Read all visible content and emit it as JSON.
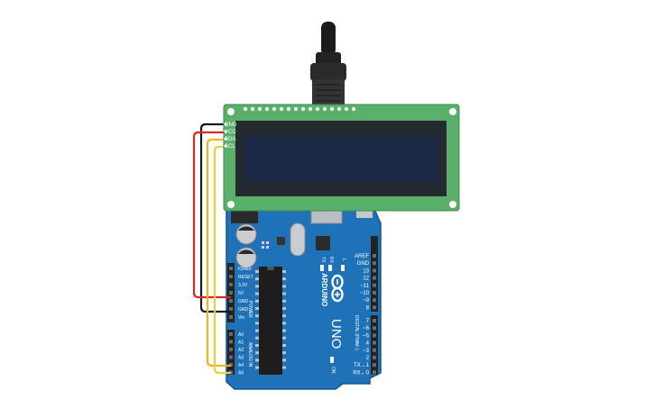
{
  "lcd": {
    "pins": [
      "GND",
      "VCC",
      "SDA",
      "SCL"
    ],
    "pcb_color": "#5aaf6a",
    "screen_color": "#1d2a46"
  },
  "arduino": {
    "brand": "ARDUINO",
    "model": "UNO",
    "board_color": "#1f72b8",
    "power_header_label": "POWER",
    "analog_header_label": "ANALOG IN",
    "digital_header_label": "DIGITAL (PWM~)",
    "power_pins": [
      "IOREF",
      "RESET",
      "3.3V",
      "5V",
      "GND",
      "GND",
      "Vin"
    ],
    "analog_pins": [
      "A0",
      "A1",
      "A2",
      "A3",
      "A4",
      "A5"
    ],
    "digital_top_pins": [
      "AREF",
      "GND",
      "13",
      "12",
      "~11",
      "~10",
      "~9",
      "8"
    ],
    "digital_bottom_pins": [
      "7",
      "~6",
      "~5",
      "4",
      "~3",
      "2",
      "TX→1",
      "RX←0"
    ],
    "led_labels": [
      "TX",
      "RX",
      "L",
      "ON"
    ]
  },
  "wires": {
    "gnd_color": "#1a1a1a",
    "vcc_color": "#d42a2a",
    "sda_color": "#f1b51c",
    "scl_color": "#e6cf39"
  }
}
